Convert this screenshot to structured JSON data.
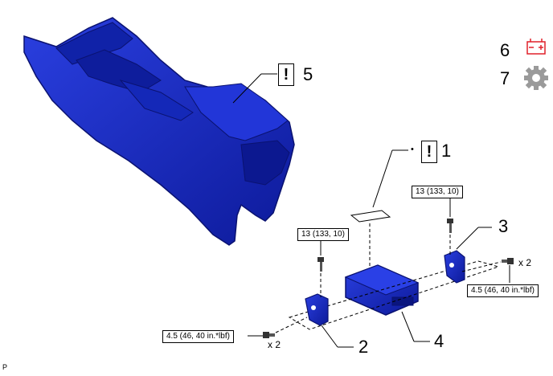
{
  "callouts": {
    "c1": "1",
    "c2": "2",
    "c3": "3",
    "c4": "4",
    "c5": "5",
    "c6": "6",
    "c7": "7"
  },
  "warning_mark": "!",
  "bullet": "•",
  "torque": {
    "left_bolt": "13 (133, 10)",
    "right_bolt": "13 (133, 10)",
    "right_screw": "4.5 (46, 40 in.*lbf)",
    "left_screw": "4.5 (46, 40 in.*lbf)"
  },
  "quantity": {
    "right": "x 2",
    "left": "x 2"
  },
  "footer_code": "P",
  "colors": {
    "part_blue": "#1a2fc4",
    "battery_red": "#e0202a",
    "gear_gray": "#9a9a9a"
  },
  "icons": {
    "item6": "battery-icon",
    "item7": "gear-icon"
  }
}
